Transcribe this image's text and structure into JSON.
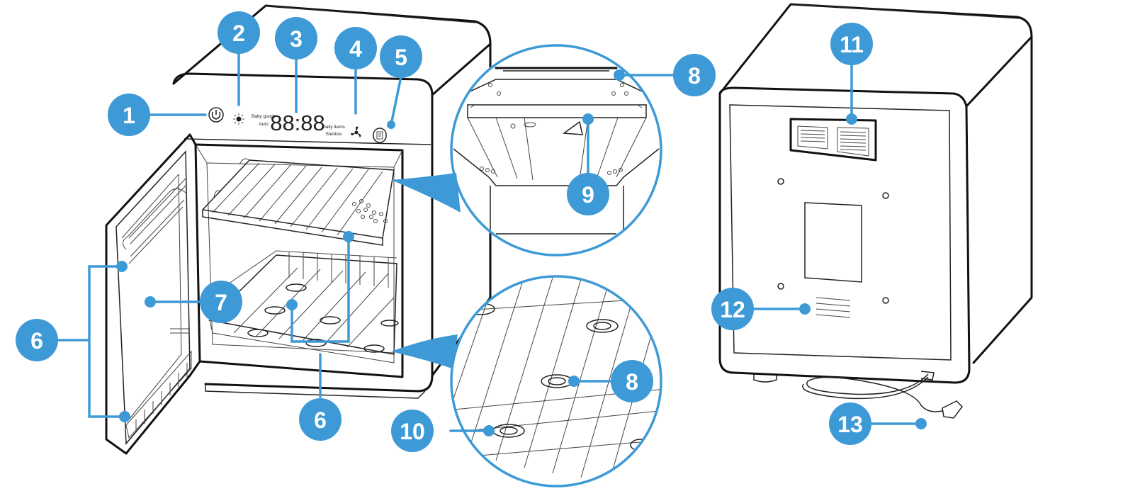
{
  "diagram": {
    "accent_color": "#3d9ad6",
    "panel": {
      "display_digits": "88:88",
      "left_labels": [
        "Baby goods",
        "Auto"
      ],
      "right_labels": [
        "Daily items",
        "Sterilize"
      ],
      "icons": [
        "power-icon",
        "light-icon",
        "fan-icon",
        "menu-icon"
      ]
    },
    "callouts": [
      {
        "label": "1"
      },
      {
        "label": "2"
      },
      {
        "label": "3"
      },
      {
        "label": "4"
      },
      {
        "label": "5"
      },
      {
        "label": "6"
      },
      {
        "label": "7"
      },
      {
        "label": "8"
      },
      {
        "label": "9"
      },
      {
        "label": "6"
      },
      {
        "label": "8"
      },
      {
        "label": "10"
      },
      {
        "label": "11"
      },
      {
        "label": "12"
      },
      {
        "label": "13"
      }
    ]
  }
}
